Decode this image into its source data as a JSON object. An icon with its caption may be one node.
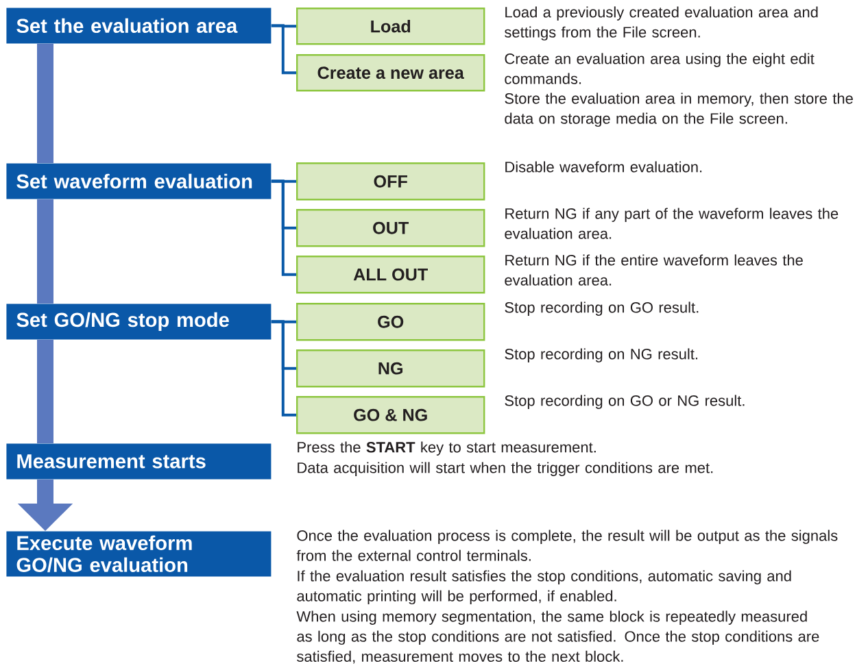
{
  "diagram": {
    "nodes": [
      {
        "text": [
          "Set the evaluation area"
        ]
      },
      {
        "text": [
          "Load"
        ],
        "beside": [
          "Load a previously created evaluation area and settings from the File screen."
        ]
      },
      {
        "text": [
          "Create a new area"
        ],
        "beside": [
          "Create an evaluation area using the eight edit commands.",
          "Store the evaluation area in memory, then store the data on storage media on the File screen."
        ]
      },
      {
        "text": [
          "Set waveform evaluation"
        ]
      },
      {
        "text": [
          "OFF"
        ],
        "beside": [
          "Disable waveform evaluation."
        ]
      },
      {
        "text": [
          "OUT"
        ],
        "beside": [
          "Return NG if any part of the waveform leaves the evaluation area."
        ]
      },
      {
        "text": [
          "ALL OUT"
        ],
        "beside": [
          "Return NG if the entire waveform leaves the evaluation area."
        ]
      },
      {
        "text": [
          "Set GO/NG stop mode"
        ]
      },
      {
        "text": [
          "GO"
        ],
        "beside": [
          "Stop recording on GO result."
        ]
      },
      {
        "text": [
          "NG"
        ],
        "beside": [
          "Stop recording on NG result."
        ]
      },
      {
        "text": [
          "GO & NG"
        ],
        "beside": [
          "Stop recording on GO or NG result."
        ]
      },
      {
        "text": [
          "Measurement starts"
        ],
        "beside": [
          "Press the **START** key to start measurement.",
          "Data acquisition will start when the trigger conditions are met."
        ]
      },
      {
        "text": [
          "Execute waveform GO/NG evaluation"
        ],
        "beside": [
          "Once the evaluation process is complete, the result will be output as the signals from the external control terminals.",
          "If the evaluation result satisfies the stop conditions, automatic saving and automatic printing will be performed, if enabled.",
          "When using memory segmentation, the same block is repeatedly measured as long as the stop conditions are not satisfied. Once the stop conditions are satisfied, measurement moves to the next block."
        ]
      }
    ],
    "edges": [
      {
        "from": 0,
        "to": 3,
        "arrow": "none",
        "style": "thick",
        "color": "#5b79bf"
      },
      {
        "from": 3,
        "to": 7,
        "arrow": "none",
        "style": "thick",
        "color": "#5b79bf"
      },
      {
        "from": 7,
        "to": 11,
        "arrow": "none",
        "style": "thick",
        "color": "#5b79bf"
      },
      {
        "from": 11,
        "to": 12,
        "arrow": "to",
        "style": "thick",
        "color": "#5b79bf"
      },
      {
        "from": 0,
        "to": 1,
        "arrow": "none"
      },
      {
        "from": 0,
        "to": 2,
        "arrow": "none"
      },
      {
        "from": 3,
        "to": 4,
        "arrow": "none"
      },
      {
        "from": 3,
        "to": 5,
        "arrow": "none"
      },
      {
        "from": 3,
        "to": 6,
        "arrow": "none"
      },
      {
        "from": 7,
        "to": 8,
        "arrow": "none"
      },
      {
        "from": 7,
        "to": 9,
        "arrow": "none"
      },
      {
        "from": 7,
        "to": 10,
        "arrow": "none"
      }
    ]
  }
}
